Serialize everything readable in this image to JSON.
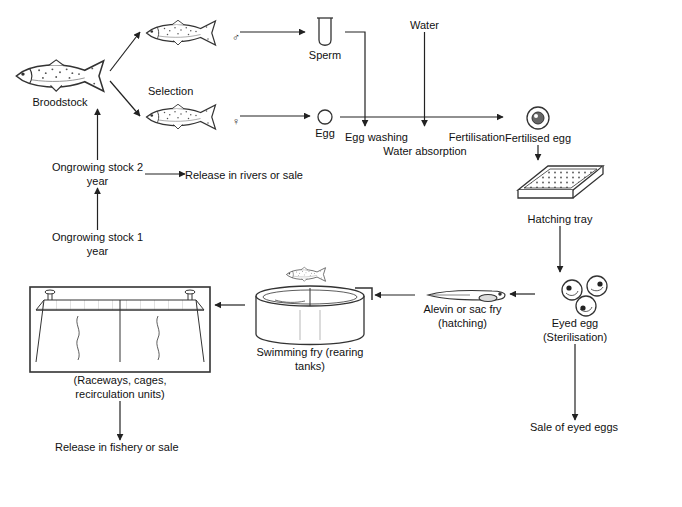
{
  "diagram": {
    "nodes": [
      {
        "text": [
          "Broodstock"
        ]
      },
      {
        "text": [
          "♂"
        ]
      },
      {
        "text": [
          "♀"
        ]
      },
      {
        "text": [
          "Sperm"
        ]
      },
      {
        "text": [
          "Water"
        ]
      },
      {
        "text": [
          "Egg"
        ]
      },
      {
        "text": [
          "Egg washing",
          "Fertilisation",
          "Water absorption"
        ]
      },
      {
        "text": [
          "Fertilised egg"
        ]
      },
      {
        "text": [
          "Hatching tray"
        ]
      },
      {
        "text": [
          "Eyed egg (Sterilisation)"
        ]
      },
      {
        "text": [
          "Sale of eyed eggs"
        ]
      },
      {
        "text": [
          "Alevin or sac fry (hatching)"
        ]
      },
      {
        "text": [
          "Swimming fry (rearing tanks)"
        ]
      },
      {
        "text": [
          "(Raceways, cages, recirculation units)"
        ]
      },
      {
        "text": [
          "Release in fishery or sale"
        ]
      },
      {
        "text": [
          "Ongrowing stock 1 year"
        ]
      },
      {
        "text": [
          "Ongrowing stock 2 year"
        ]
      },
      {
        "text": [
          "Release in rivers or sale"
        ]
      }
    ],
    "edges": [
      {
        "from": 0,
        "to": 1,
        "label": "Selection",
        "arrow": "to"
      },
      {
        "from": 0,
        "to": 2,
        "arrow": "to"
      },
      {
        "from": 1,
        "to": 3,
        "arrow": "to"
      },
      {
        "from": 2,
        "to": 5,
        "arrow": "to"
      },
      {
        "from": 3,
        "to": 6,
        "arrow": "to"
      },
      {
        "from": 4,
        "to": 6,
        "arrow": "to"
      },
      {
        "from": 5,
        "to": 7,
        "arrow": "to"
      },
      {
        "from": 7,
        "to": 8,
        "arrow": "to"
      },
      {
        "from": 8,
        "to": 9,
        "arrow": "to"
      },
      {
        "from": 9,
        "to": 10,
        "arrow": "to"
      },
      {
        "from": 9,
        "to": 11,
        "arrow": "to"
      },
      {
        "from": 11,
        "to": 12,
        "arrow": "to"
      },
      {
        "from": 12,
        "to": 13,
        "arrow": "to"
      },
      {
        "from": 13,
        "to": 14,
        "arrow": "to"
      },
      {
        "from": 15,
        "to": 16,
        "arrow": "to"
      },
      {
        "from": 16,
        "to": 0,
        "arrow": "to"
      },
      {
        "from": 16,
        "to": 17,
        "arrow": "to"
      }
    ]
  }
}
